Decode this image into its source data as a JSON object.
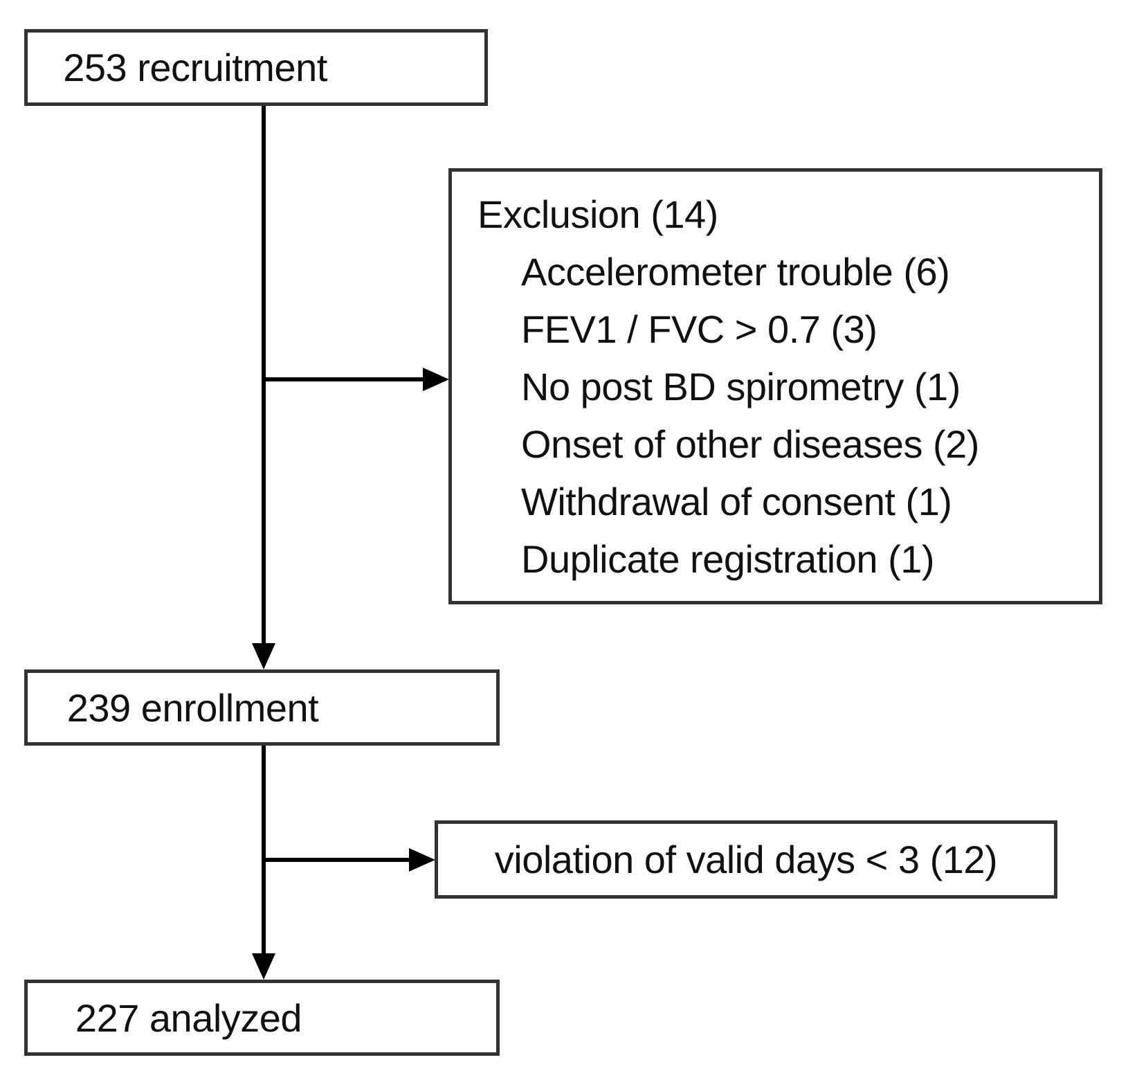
{
  "page": {
    "background_color": "#ffffff",
    "line_color": "#000000",
    "box_border_color": "#333333",
    "text_color": "#111111"
  },
  "flow": {
    "recruitment_label": "253 recruitment",
    "exclusion_title": "Exclusion (14)",
    "exclusion_items": [
      "Accelerometer trouble (6)",
      "FEV1 / FVC > 0.7 (3)",
      "No post BD spirometry (1)",
      "Onset of other diseases (2)",
      "Withdrawal of consent (1)",
      "Duplicate registration (1)"
    ],
    "enrollment_label": "239 enrollment",
    "violation_label": "violation of valid days < 3 (12)",
    "analyzed_label": "227 analyzed"
  }
}
